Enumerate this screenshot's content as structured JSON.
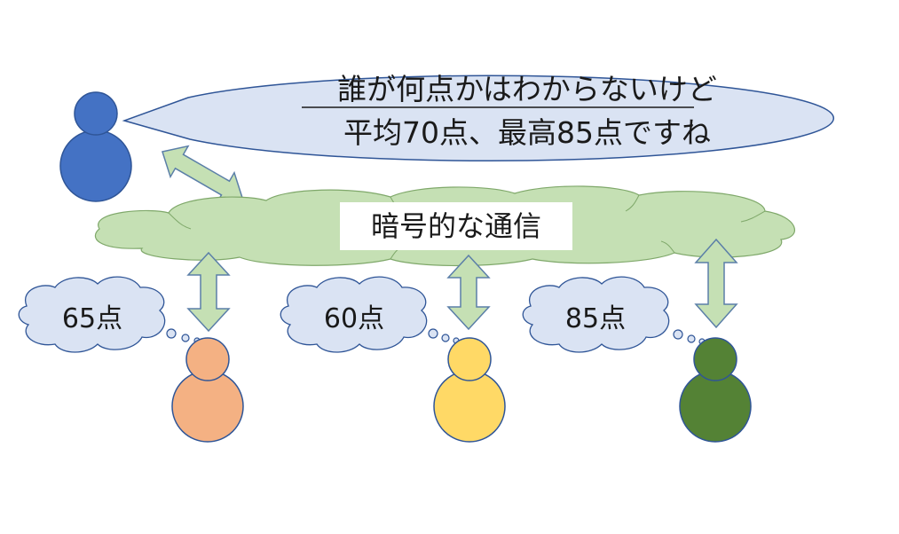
{
  "speech": {
    "line1": "誰が何点かはわからないけど",
    "line2": "平均70点、最高85点ですね"
  },
  "network": {
    "label": "暗号的な通信"
  },
  "participants": [
    {
      "score": "65点",
      "color": "#f4b183"
    },
    {
      "score": "60点",
      "color": "#ffd966"
    },
    {
      "score": "85点",
      "color": "#548235"
    }
  ],
  "observer": {
    "color": "#4472c4"
  },
  "colors": {
    "speech_fill": "#dae3f3",
    "speech_stroke": "#2f5597",
    "cloud_fill": "#c5e0b4",
    "cloud_stroke": "#7fa86a",
    "thought_fill": "#dae3f3",
    "thought_stroke": "#2f5597",
    "arrow_fill": "#c5e0b4",
    "arrow_stroke": "#5b7fa8",
    "person_stroke": "#2f5597"
  }
}
